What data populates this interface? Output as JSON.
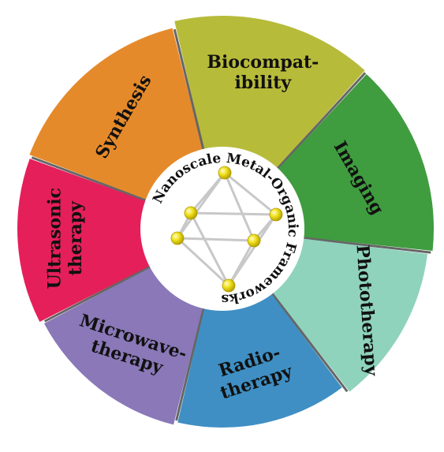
{
  "center": {
    "title": "Nanoscale Metal-Organic Frameworks",
    "node_color": "#f2e321",
    "edge_color": "#c8c8c8"
  },
  "segments": [
    {
      "id": "biocompatibility",
      "lines": [
        "Biocompat-",
        "ibility"
      ],
      "color": "#b7bb3a"
    },
    {
      "id": "imaging",
      "lines": [
        "Imaging"
      ],
      "color": "#3f9c3f"
    },
    {
      "id": "phototherapy",
      "lines": [
        "Phototherapy"
      ],
      "color": "#8fd3bd"
    },
    {
      "id": "radiotherapy",
      "lines": [
        "Radio-",
        "therapy"
      ],
      "color": "#3f8fc4"
    },
    {
      "id": "microwave-therapy",
      "lines": [
        "Microwave-",
        "therapy"
      ],
      "color": "#8a78b8"
    },
    {
      "id": "ultrasonic-therapy",
      "lines": [
        "Ultrasonic",
        "therapy"
      ],
      "color": "#e51f5a"
    },
    {
      "id": "synthesis",
      "lines": [
        "Synthesis"
      ],
      "color": "#e58a2a"
    }
  ],
  "separator_color": "#666666"
}
